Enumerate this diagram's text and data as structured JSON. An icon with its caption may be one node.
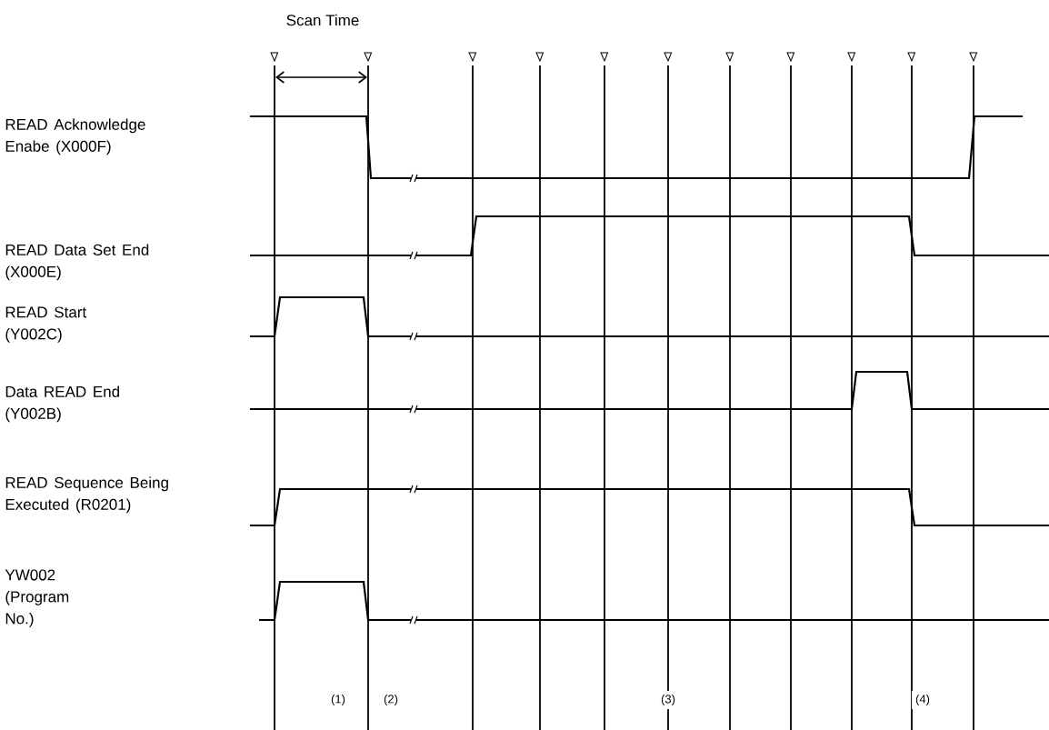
{
  "diagram": {
    "labels": [
      "Scan Time",
      "READ Acknowledge Enabe (X000F)",
      "READ Data Set End (X000E)",
      "READ Start (Y002C)",
      "Data READ End (Y002B)",
      "READ Sequence Being Executed (R0201)",
      "YW002 (Program No.)",
      "(1)",
      "(2)",
      "(3)",
      "(4)"
    ]
  }
}
